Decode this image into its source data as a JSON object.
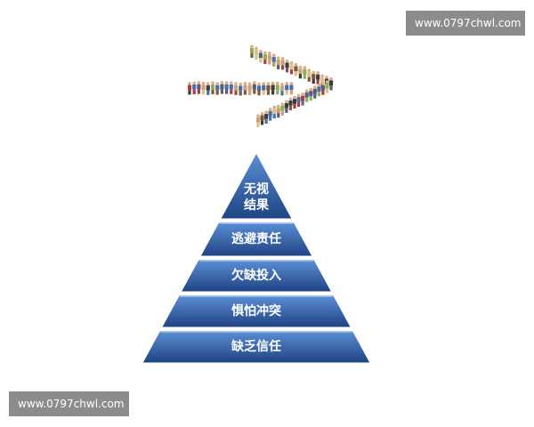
{
  "watermark_top": "www.0797chwl.com",
  "watermark_bottom": "www.0797chwl.com",
  "arrow": {
    "icon": "people-arrow-icon",
    "colors": [
      "#3b3b3b",
      "#7a5a3a",
      "#c9a27a",
      "#4a6fa5",
      "#b23a3a",
      "#8fae5a",
      "#d9c28a",
      "#5a5a7a"
    ]
  },
  "pyramid": {
    "colors": {
      "top": "#4a7bc8",
      "bottom": "#1e3f7a",
      "border": "#ffffff"
    },
    "tiers": [
      {
        "lines": [
          "无视",
          "结果"
        ]
      },
      {
        "lines": [
          "逃避责任"
        ]
      },
      {
        "lines": [
          "欠缺投入"
        ]
      },
      {
        "lines": [
          "惧怕冲突"
        ]
      },
      {
        "lines": [
          "缺乏信任"
        ]
      }
    ]
  }
}
